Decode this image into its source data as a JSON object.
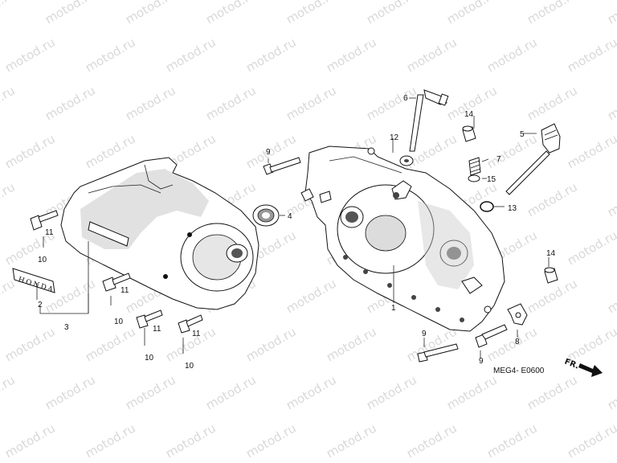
{
  "watermark": "motod.ru",
  "diagram_code": "MEG4- E0600",
  "direction_label": "FR.",
  "emblem_text": "HONDA",
  "callouts": [
    "1",
    "2",
    "3",
    "4",
    "5",
    "6",
    "7",
    "8",
    "9",
    "9",
    "9",
    "10",
    "10",
    "10",
    "10",
    "11",
    "11",
    "11",
    "11",
    "12",
    "13",
    "14",
    "14",
    "15"
  ]
}
